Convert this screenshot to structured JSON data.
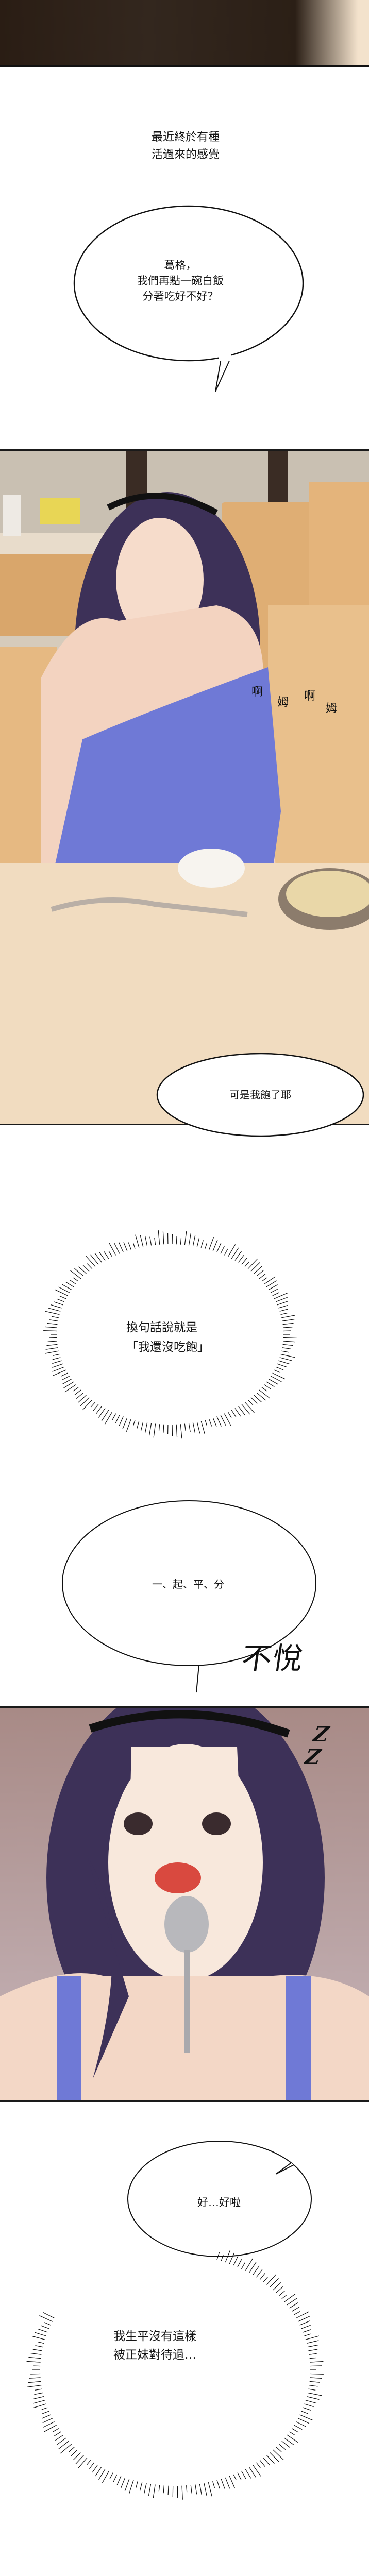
{
  "comic": {
    "caption_top": "最近終於有種\n活過來的感覺",
    "bubble_rice": "葛格，\n我們再點一碗白飯\n分著吃好不好？",
    "sfx_eating": [
      "啊",
      "姆",
      "啊",
      "姆"
    ],
    "bubble_full": "可是我飽了耶",
    "thought_not_full": "換句話說就是\n「我還沒吃飽」",
    "bubble_split": "一、起、平、分",
    "sfx_displeased": "不悅",
    "sfx_annoyed_mark": "ZZ",
    "bubble_okay": "好…好啦",
    "thought_never": "我生平沒有這樣\n被正妹對待過…"
  },
  "colors": {
    "top_strip": "#2c2018",
    "panel1_bg": "#d9c7ad",
    "wood": "#e2b57a",
    "dress": "#6f79d6",
    "hair": "#3d3158",
    "skin": "#f6dccb",
    "panel2_bg": "#a88a86"
  }
}
